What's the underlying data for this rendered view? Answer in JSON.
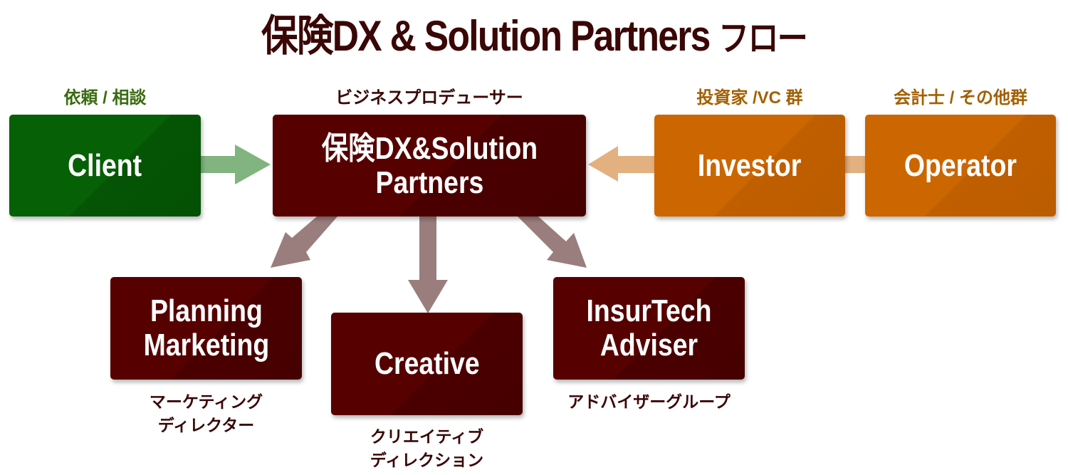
{
  "title": {
    "main": "保険DX & Solution Partners",
    "suffix": "フロー"
  },
  "colors": {
    "title": "#3a0606",
    "client_box": "#066006",
    "client_label": "#3a6b10",
    "partner_box": "#560000",
    "investor_box": "#cc6600",
    "investor_label": "#a35f00",
    "arrow_green": "#81b47f",
    "arrow_orange": "#e3b07f",
    "arrow_mauve": "#9a7d7d"
  },
  "nodes": {
    "client": {
      "label": "依頼 / 相談",
      "text": "Client"
    },
    "center": {
      "label": "ビジネスプロデューサー",
      "line1": "保険DX&Solution",
      "line2": "Partners"
    },
    "investor": {
      "label": "投資家 /VC 群",
      "text": "Investor"
    },
    "operator": {
      "label": "会計士 / その他群",
      "text": "Operator"
    },
    "planning": {
      "line1": "Planning",
      "line2": "Marketing",
      "caption_line1": "マーケティング",
      "caption_line2": "ディレクター"
    },
    "creative": {
      "text": "Creative",
      "caption_line1": "クリエイティブ",
      "caption_line2": "ディレクション"
    },
    "insurtech": {
      "line1": "InsurTech",
      "line2": "Adviser",
      "caption": "アドバイザーグループ"
    }
  },
  "edges": [
    {
      "from": "client",
      "to": "center",
      "style": "arrow"
    },
    {
      "from": "investor",
      "to": "center",
      "style": "arrow"
    },
    {
      "from": "operator",
      "to": "investor",
      "style": "connector"
    },
    {
      "from": "center",
      "to": "planning",
      "style": "arrow"
    },
    {
      "from": "center",
      "to": "creative",
      "style": "arrow"
    },
    {
      "from": "center",
      "to": "insurtech",
      "style": "arrow"
    }
  ]
}
